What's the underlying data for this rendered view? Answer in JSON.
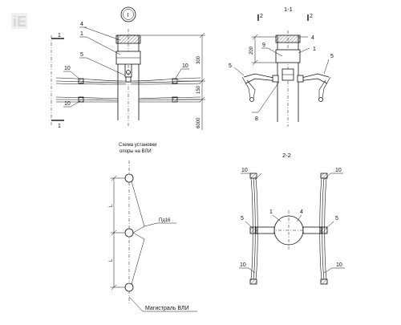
{
  "logo": {
    "text": "iE"
  },
  "view_main": {
    "marker": "I",
    "callouts": [
      "4",
      "1",
      "5",
      "10",
      "10",
      "10"
    ],
    "section_labels": [
      "1",
      "1"
    ],
    "dimensions": [
      "300",
      "150",
      "6000"
    ]
  },
  "view_1_1": {
    "title": "1-1",
    "section_labels": [
      "2",
      "2"
    ],
    "callouts": [
      "4",
      "1",
      "9",
      "5",
      "5",
      "8"
    ],
    "dimensions": [
      "200"
    ]
  },
  "scheme": {
    "title_line1": "Схема установки",
    "title_line2": "опоры на ВЛИ",
    "label_L_top": "L",
    "label_L_bottom": "L",
    "brace_label": "Пд16",
    "mainline_label": "Магистраль ВЛИ"
  },
  "view_2_2": {
    "title": "2-2",
    "callouts": [
      "10",
      "10",
      "5",
      "5",
      "1",
      "4",
      "10",
      "10"
    ]
  }
}
